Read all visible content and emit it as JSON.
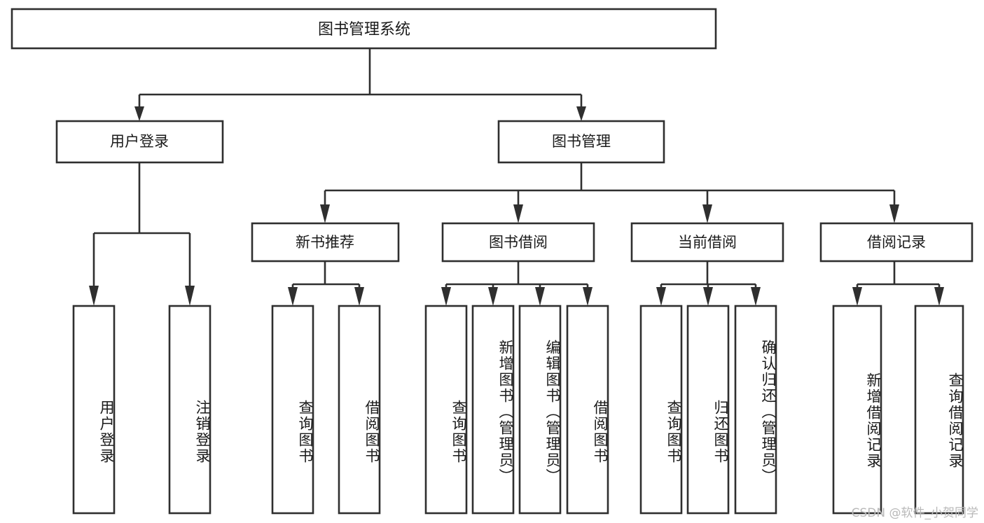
{
  "diagram": {
    "title": "图书管理系统",
    "type": "hierarchy-tree",
    "background_color": "#ffffff",
    "line_color": "#2f2f2f",
    "text_color": "#1a1a1a",
    "root": {
      "label": "图书管理系统"
    },
    "level1": [
      {
        "label": "用户登录"
      },
      {
        "label": "图书管理"
      }
    ],
    "level2": [
      {
        "label": "新书推荐"
      },
      {
        "label": "图书借阅"
      },
      {
        "label": "当前借阅"
      },
      {
        "label": "借阅记录"
      }
    ],
    "leaves": {
      "user_login": [
        {
          "label": "用户登录"
        },
        {
          "label": "注销登录"
        }
      ],
      "new_book_recommend": [
        {
          "label": "查询图书"
        },
        {
          "label": "借阅图书"
        }
      ],
      "book_borrow": [
        {
          "label": "查询图书"
        },
        {
          "label": "新增图书（管理员）"
        },
        {
          "label": "编辑图书（管理员）"
        },
        {
          "label": "借阅图书"
        }
      ],
      "current_borrow": [
        {
          "label": "查询图书"
        },
        {
          "label": "归还图书"
        },
        {
          "label": "确认归还（管理员）"
        }
      ],
      "borrow_record": [
        {
          "label": "新增借阅记录"
        },
        {
          "label": "查询借阅记录"
        }
      ]
    }
  },
  "watermark": {
    "text": "CSDN @软件_小贺同学",
    "color": "#b9b9b9"
  }
}
